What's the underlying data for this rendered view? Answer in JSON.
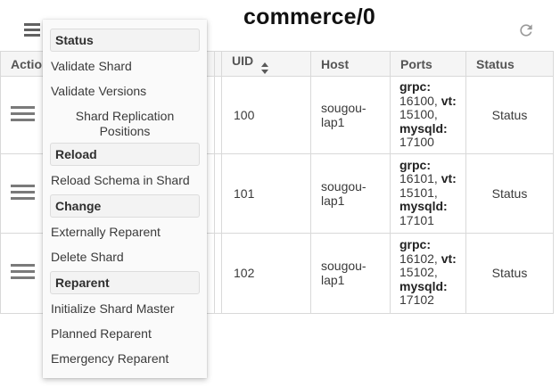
{
  "titlebar": {
    "title": "commerce/0"
  },
  "menu": {
    "sections": [
      {
        "label": "Status",
        "items": [
          "Validate Shard",
          "Validate Versions",
          "Shard Replication Positions"
        ]
      },
      {
        "label": "Reload",
        "items": [
          "Reload Schema in Shard"
        ]
      },
      {
        "label": "Change",
        "items": [
          "Externally Reparent",
          "Delete Shard"
        ]
      },
      {
        "label": "Reparent",
        "items": [
          "Initialize Shard Master",
          "Planned Reparent",
          "Emergency Reparent"
        ]
      }
    ]
  },
  "table": {
    "headers": {
      "actions": "Actions",
      "uid": "UID",
      "host": "Host",
      "ports": "Ports",
      "status": "Status"
    },
    "rows": [
      {
        "uid": "100",
        "host": "sougou-lap1",
        "ports": {
          "grpc_label": "grpc:",
          "grpc_value": "16100,",
          "vt_label": "vt:",
          "vt_value": "15100,",
          "mysqld_label": "mysqld:",
          "mysqld_value": "17100"
        },
        "status": "Status"
      },
      {
        "uid": "101",
        "host": "sougou-lap1",
        "ports": {
          "grpc_label": "grpc:",
          "grpc_value": "16101,",
          "vt_label": "vt:",
          "vt_value": "15101,",
          "mysqld_label": "mysqld:",
          "mysqld_value": "17101"
        },
        "status": "Status"
      },
      {
        "uid": "102",
        "host": "sougou-lap1",
        "ports": {
          "grpc_label": "grpc:",
          "grpc_value": "16102,",
          "vt_label": "vt:",
          "vt_value": "15102,",
          "mysqld_label": "mysqld:",
          "mysqld_value": "17102"
        },
        "status": "Status"
      }
    ]
  }
}
